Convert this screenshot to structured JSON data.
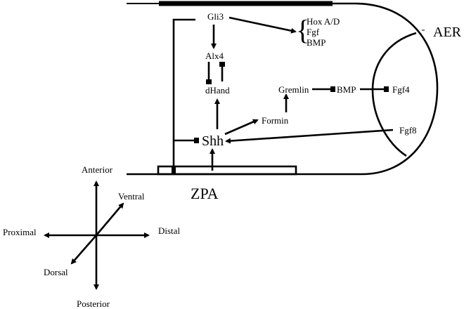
{
  "diagram": {
    "regions": {
      "aer": "AER",
      "zpa": "ZPA"
    },
    "genes": {
      "gli3": "Gli3",
      "alx4": "Alx4",
      "dhand": "dHand",
      "shh": "Shh",
      "formin": "Formin",
      "gremlin": "Gremlin",
      "bmp": "BMP",
      "fgf4": "Fgf4",
      "fgf8": "Fgf8"
    },
    "targets": [
      "Hox A/D",
      "Fgf",
      "BMP"
    ],
    "axes": {
      "anterior": "Anterior",
      "posterior": "Posterior",
      "proximal": "Proximal",
      "distal": "Distal",
      "ventral": "Ventral",
      "dorsal": "Dorsal"
    },
    "interactions": [
      {
        "from": "Gli3",
        "to": "Hox A/D, Fgf, BMP",
        "type": "activation"
      },
      {
        "from": "Gli3",
        "to": "Alx4",
        "type": "activation"
      },
      {
        "from": "Alx4",
        "to": "dHand",
        "type": "inhibition"
      },
      {
        "from": "dHand",
        "to": "Alx4",
        "type": "inhibition"
      },
      {
        "from": "Shh",
        "to": "dHand",
        "type": "activation"
      },
      {
        "from": "Shh",
        "to": "Formin",
        "type": "activation"
      },
      {
        "from": "Formin",
        "to": "Gremlin",
        "type": "activation"
      },
      {
        "from": "Gremlin",
        "to": "BMP",
        "type": "inhibition"
      },
      {
        "from": "BMP",
        "to": "Fgf4",
        "type": "inhibition"
      },
      {
        "from": "Fgf8",
        "to": "Shh",
        "type": "activation"
      },
      {
        "from": "ZPA",
        "to": "Shh",
        "type": "activation"
      },
      {
        "from": "Gli3",
        "to": "Shh",
        "type": "inhibition"
      }
    ]
  }
}
